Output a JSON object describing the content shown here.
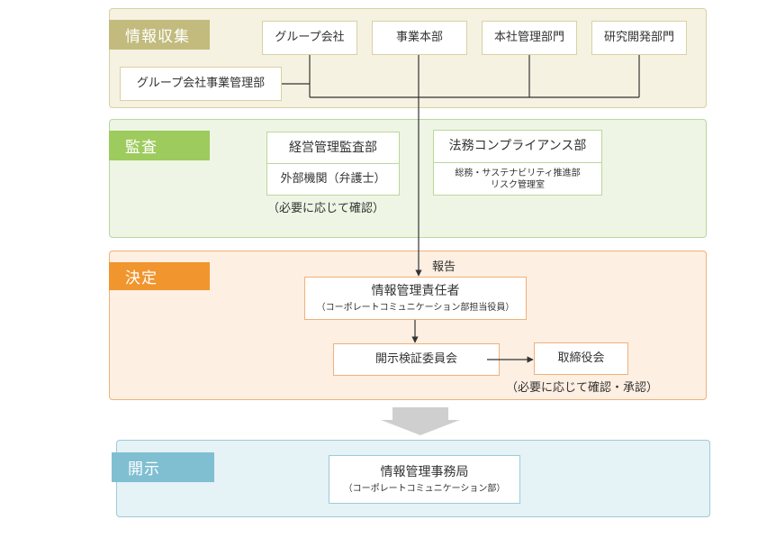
{
  "sections": {
    "collection": {
      "tag": "情報収集",
      "nodes": {
        "group": "グループ会社",
        "hq": "事業本部",
        "corp": "本社管理部門",
        "rnd": "研究開発部門",
        "group_mgmt": "グループ会社事業管理部"
      }
    },
    "audit": {
      "tag": "監査",
      "audit_dept": "経営管理監査部",
      "external": "外部機関（弁護士）",
      "external_note": "（必要に応じて確認）",
      "legal": "法務コンプライアンス部",
      "legal_sub_line1": "総務・サステナビリティ推進部",
      "legal_sub_line2": "リスク管理室"
    },
    "decision": {
      "tag": "決定",
      "report_label": "報告",
      "officer_title": "情報管理責任者",
      "officer_sub": "（コーポレートコミュニケーション部担当役員）",
      "committee": "開示検証委員会",
      "board": "取締役会",
      "board_note": "（必要に応じて確認・承認）"
    },
    "disclosure": {
      "tag": "開示",
      "office_title": "情報管理事務局",
      "office_sub": "（コーポレートコミュニケーション部）"
    }
  },
  "colors": {
    "collection_bg": "#f5f2e1",
    "collection_border": "#d8d1a4",
    "collection_tag": "#c2bb7d",
    "audit_bg": "#eef5e4",
    "audit_border": "#bcd79c",
    "audit_tag": "#9dcb5d",
    "decision_bg": "#fdefe2",
    "decision_border": "#f0b17a",
    "decision_tag": "#f1952e",
    "disclosure_bg": "#e5f2f6",
    "disclosure_border": "#9ccbd9",
    "disclosure_tag": "#7fbfd1",
    "line": "#333333",
    "flow_arrow": "#cfcfcf"
  }
}
